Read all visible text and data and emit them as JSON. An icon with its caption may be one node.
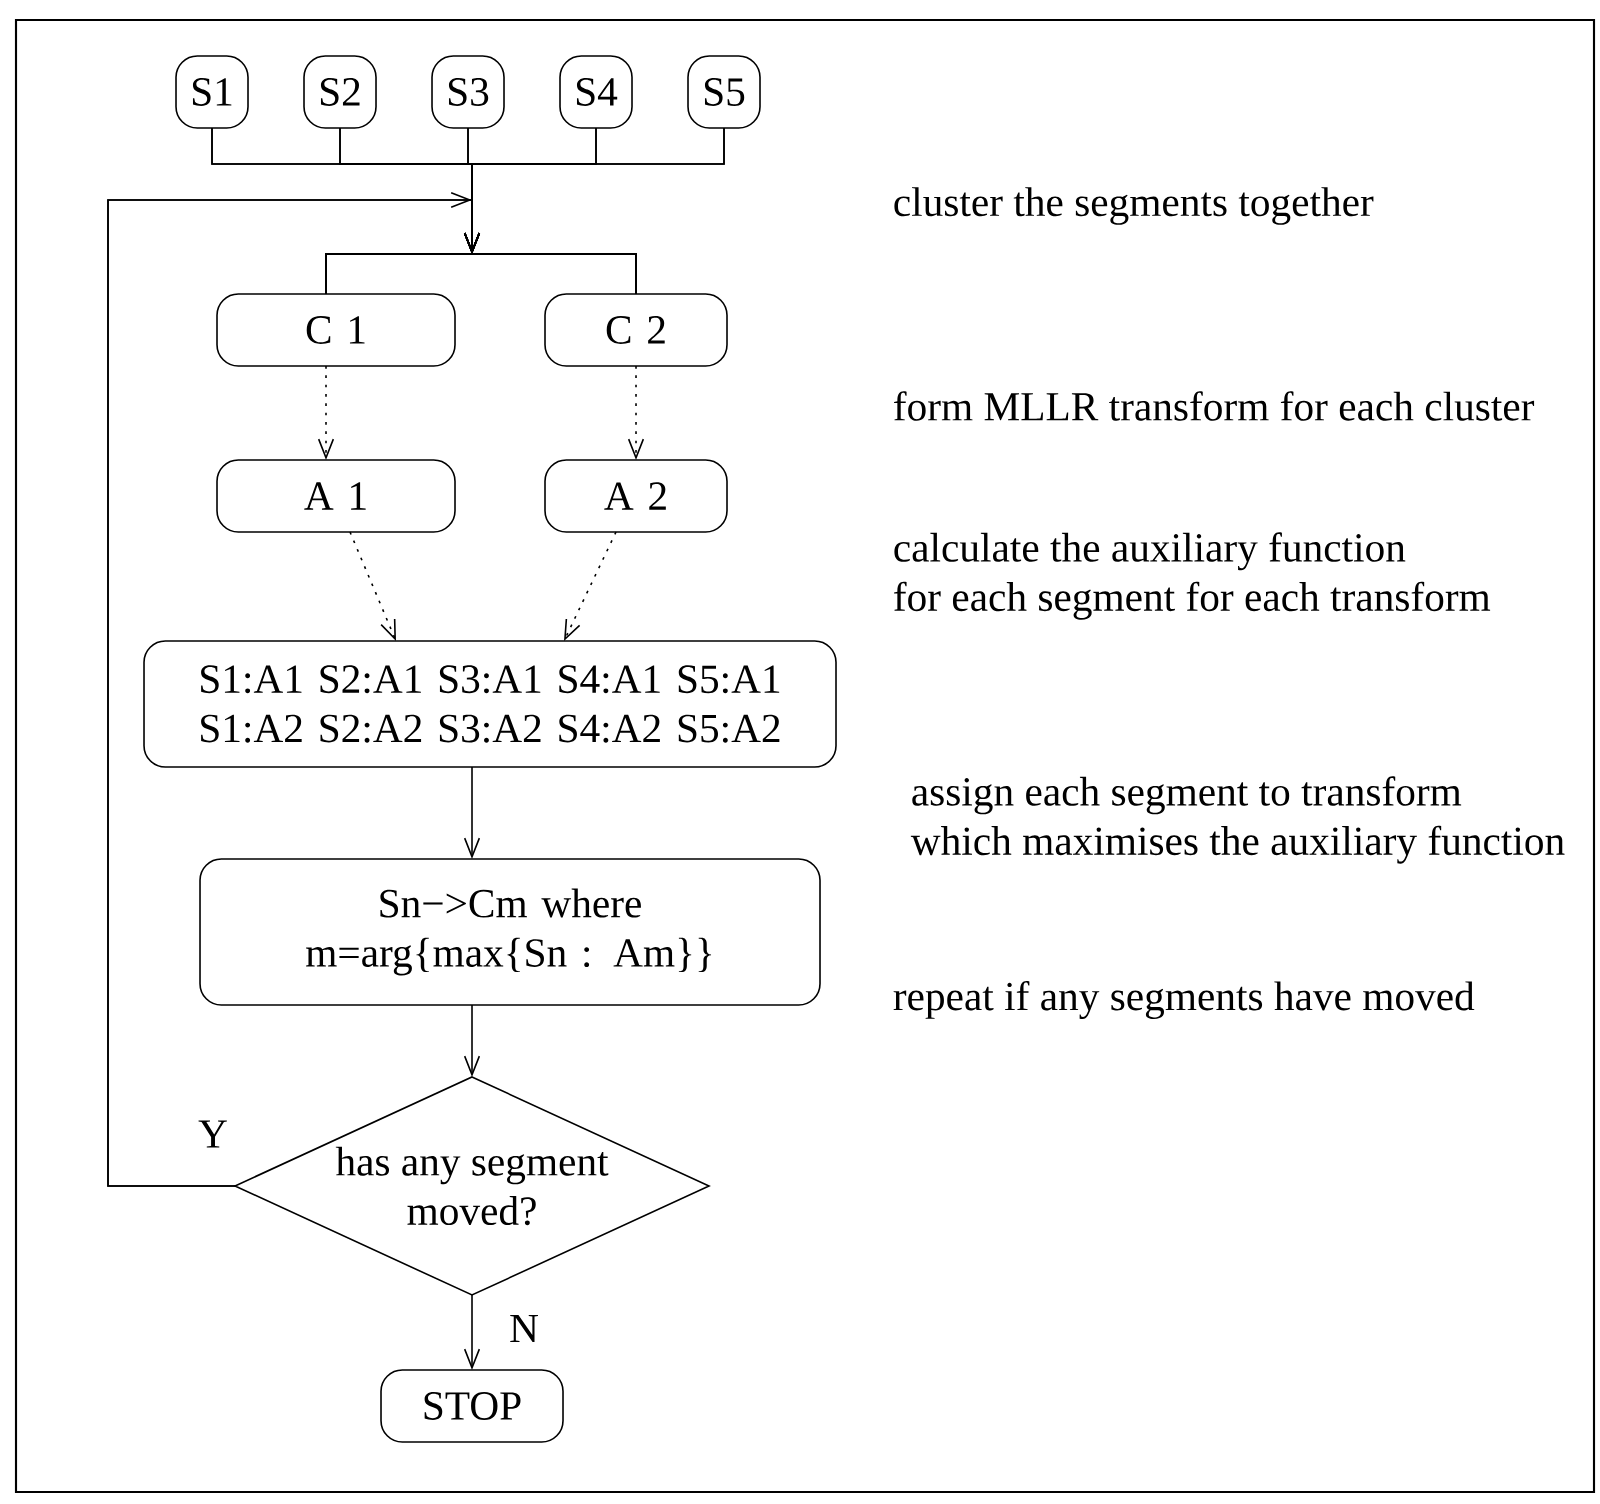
{
  "diagram": {
    "nodes": [
      {
        "text": [
          "S1"
        ]
      },
      {
        "text": [
          "S2"
        ]
      },
      {
        "text": [
          "S3"
        ]
      },
      {
        "text": [
          "S4"
        ]
      },
      {
        "text": [
          "S5"
        ]
      },
      {
        "text": [
          "C 1"
        ]
      },
      {
        "text": [
          "C 2"
        ]
      },
      {
        "text": [
          "A 1"
        ]
      },
      {
        "text": [
          "A 2"
        ]
      },
      {
        "text": [
          "S1:A1 S2:A1 S3:A1 S4:A1 S5:A1",
          "S1:A2 S2:A2 S3:A2 S4:A2 S5:A2"
        ]
      },
      {
        "text": [
          "Sn−>Cm  where m=arg{max{Sn : Am}}"
        ]
      },
      {
        "text": [
          "has any segment moved?"
        ]
      },
      {
        "text": [
          "STOP"
        ]
      }
    ],
    "edges": [
      {
        "from": 0,
        "to": 5,
        "arrow": "to"
      },
      {
        "from": 0,
        "to": 6,
        "arrow": "to"
      },
      {
        "from": 1,
        "to": 5,
        "arrow": "to"
      },
      {
        "from": 1,
        "to": 6,
        "arrow": "to"
      },
      {
        "from": 2,
        "to": 5,
        "arrow": "to"
      },
      {
        "from": 2,
        "to": 6,
        "arrow": "to"
      },
      {
        "from": 3,
        "to": 5,
        "arrow": "to"
      },
      {
        "from": 3,
        "to": 6,
        "arrow": "to"
      },
      {
        "from": 4,
        "to": 5,
        "arrow": "to"
      },
      {
        "from": 4,
        "to": 6,
        "arrow": "to"
      },
      {
        "from": 11,
        "to": 5,
        "arrow": "to",
        "label": "Y"
      },
      {
        "from": 11,
        "to": 6,
        "arrow": "to"
      },
      {
        "from": 5,
        "to": 7,
        "arrow": "to",
        "style": "dashed"
      },
      {
        "from": 6,
        "to": 8,
        "arrow": "to",
        "style": "dashed"
      },
      {
        "from": 7,
        "to": 9,
        "arrow": "to",
        "style": "dashed"
      },
      {
        "from": 8,
        "to": 9,
        "arrow": "to",
        "style": "dashed"
      },
      {
        "from": 9,
        "to": 10,
        "arrow": "to"
      },
      {
        "from": 10,
        "to": 11,
        "arrow": "to"
      },
      {
        "from": 11,
        "to": 12,
        "arrow": "to",
        "label": "N"
      }
    ],
    "labels": [
      "cluster the segments together",
      "form MLLR transform for each cluster",
      "calculate the auxiliary function for each segment for each transform",
      "assign each segment to transform which maximises the auxiliary function",
      "repeat if any segments have moved"
    ]
  }
}
